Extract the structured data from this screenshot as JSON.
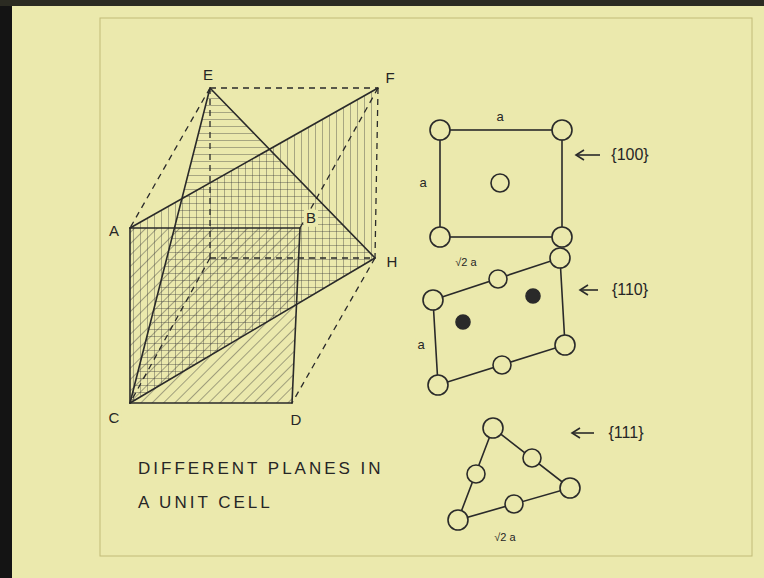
{
  "diagram": {
    "caption": "DIFFERENT PLANES IN A UNIT CELL",
    "labels": [
      "E",
      "F",
      "A",
      "B",
      "H",
      "C",
      "D",
      "a",
      "a",
      "{100}",
      "√2 a",
      "a",
      "{110}",
      "{111}",
      "√2 a"
    ]
  }
}
